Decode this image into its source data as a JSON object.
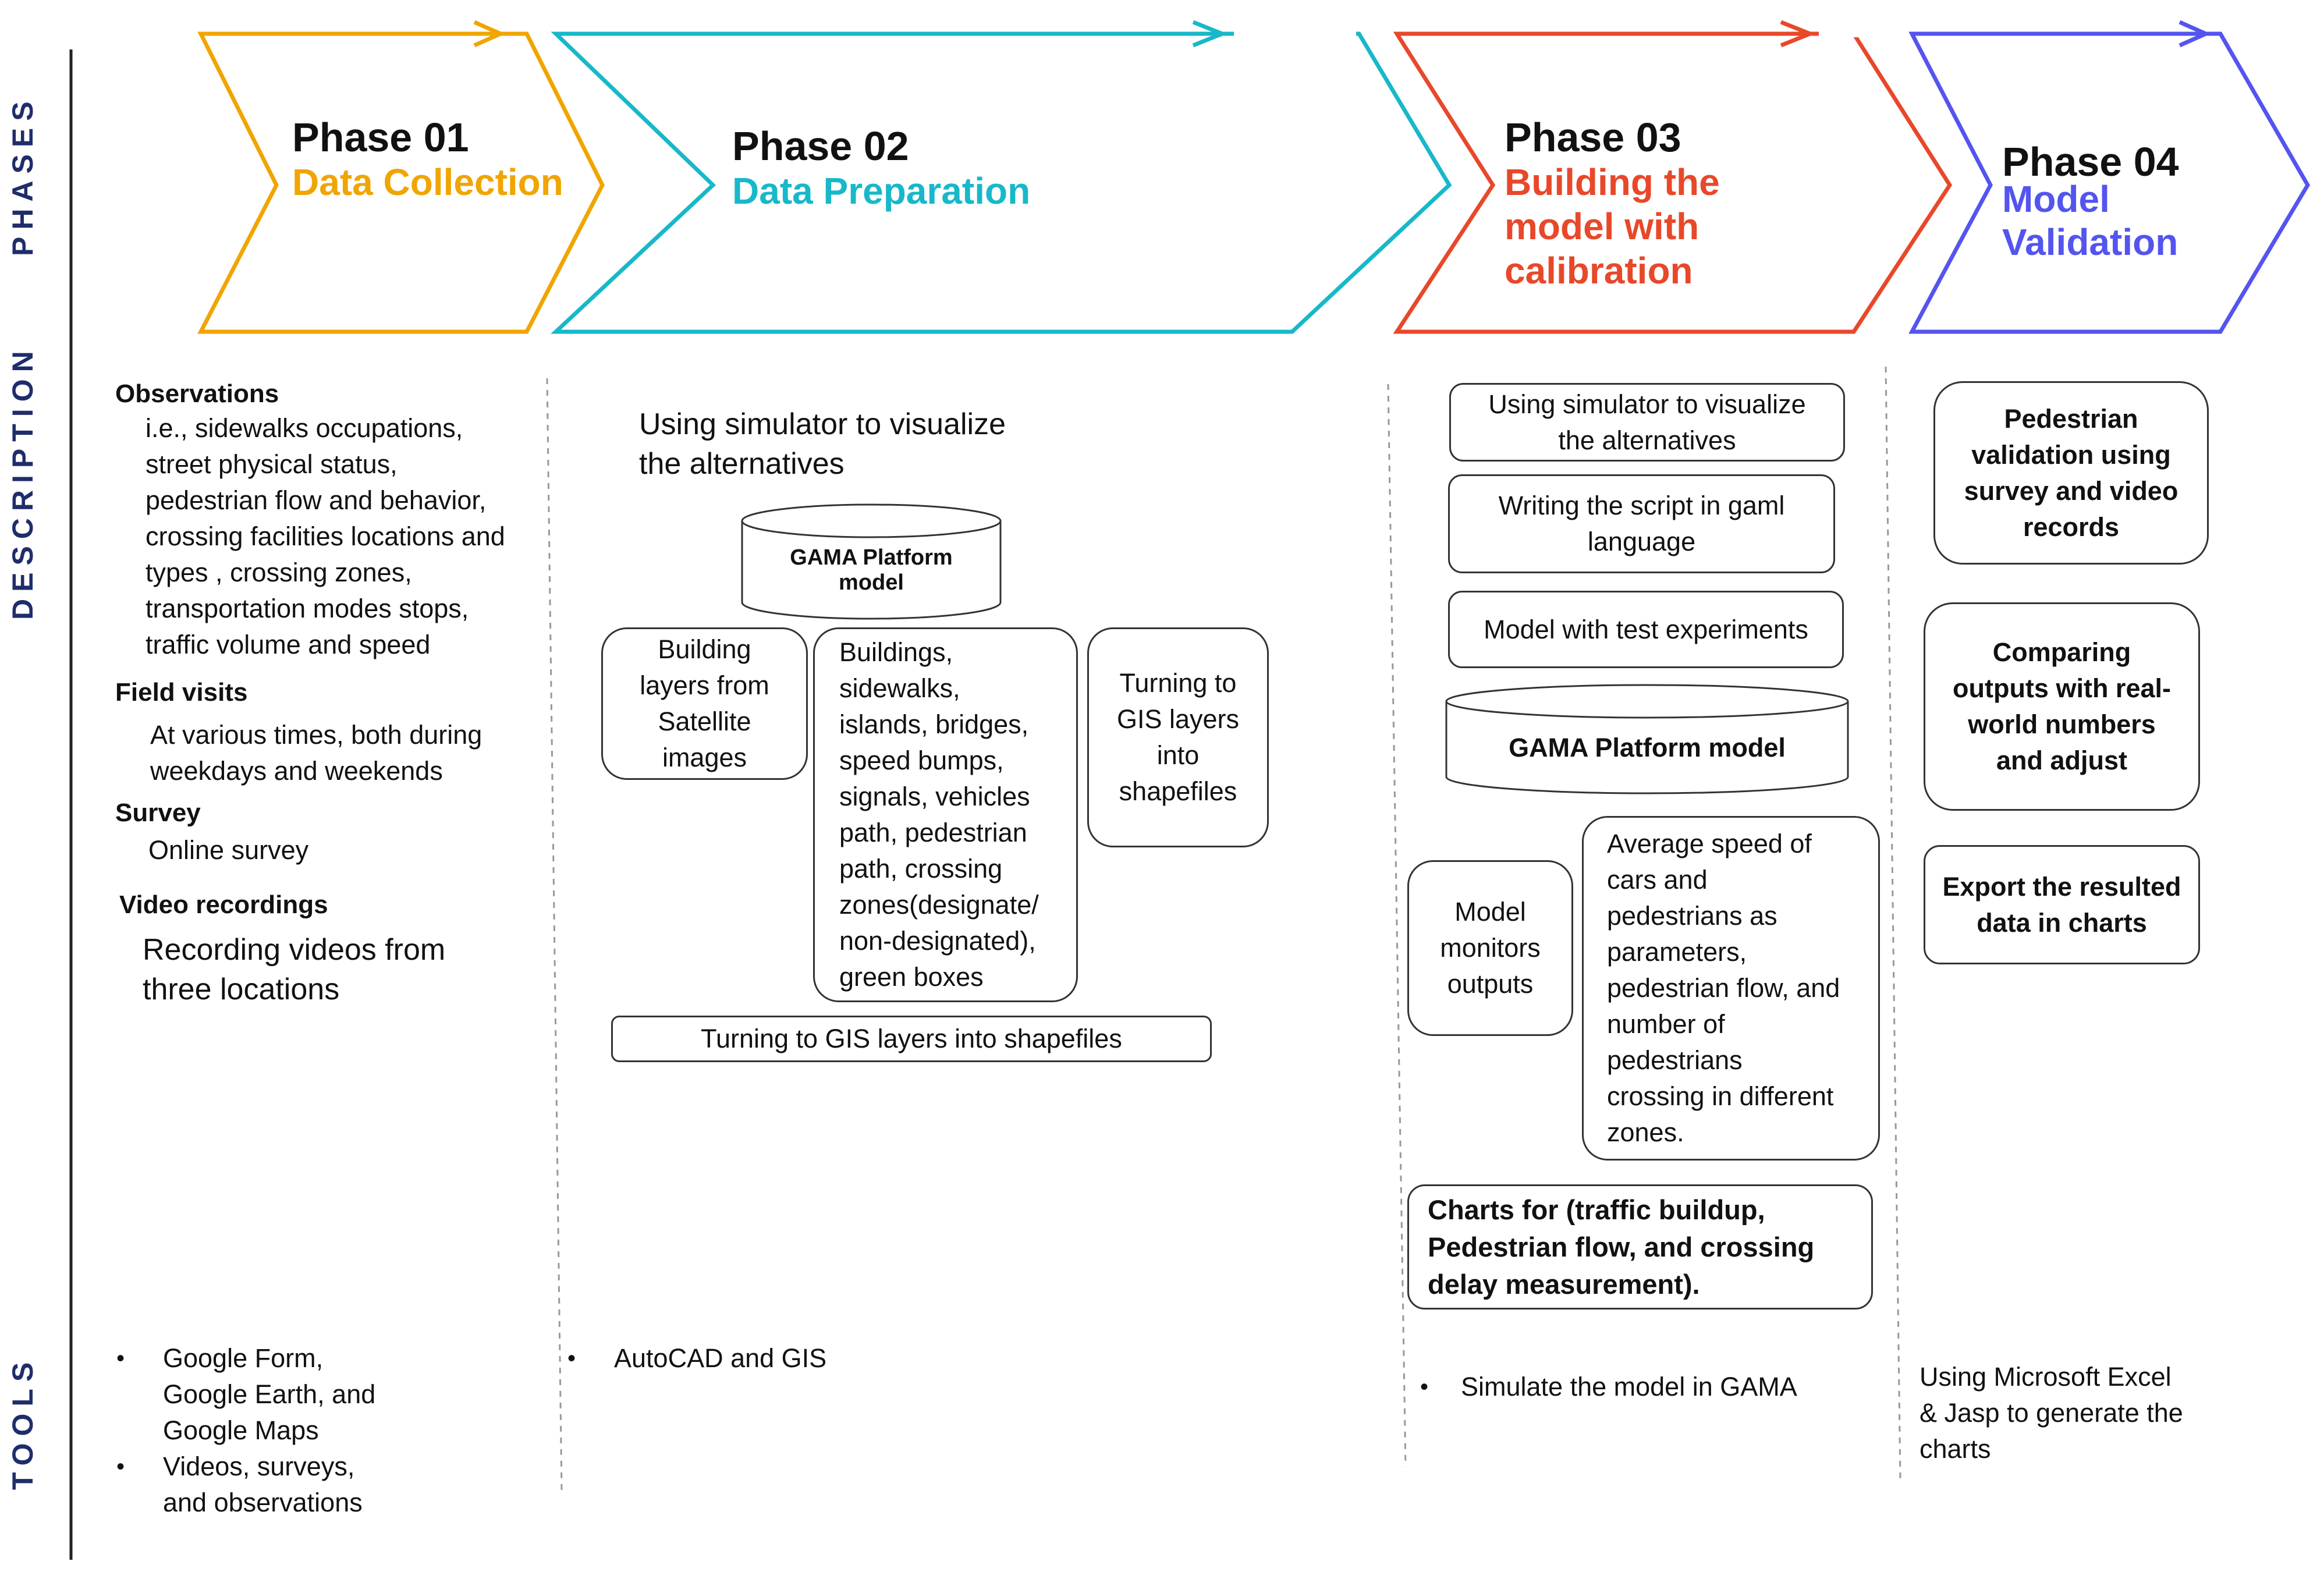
{
  "sidebar": {
    "phases": "PHASES",
    "description": "DESCRIPTION",
    "tools": "TOOLS"
  },
  "colors": {
    "phase1": "#f0a500",
    "phase2": "#17b8c9",
    "phase3": "#e8482a",
    "phase4": "#5454f0",
    "sidebar": "#1f2d6b"
  },
  "phases": [
    {
      "title": "Phase 01",
      "subtitle": "Data Collection"
    },
    {
      "title": "Phase 02",
      "subtitle": "Data Preparation"
    },
    {
      "title": "Phase 03",
      "subtitle": "Building  the\nmodel with\ncalibration"
    },
    {
      "title": "Phase 04",
      "subtitle": "Model\nValidation"
    }
  ],
  "phase1": {
    "observations_heading": "Observations",
    "observations_text": "i.e., sidewalks occupations,\nstreet physical status,\npedestrian flow and behavior,\ncrossing facilities locations and\ntypes , crossing zones,\ntransportation modes stops,\ntraffic volume and speed",
    "field_heading": "Field visits",
    "field_text": "At various times, both during\nweekdays and weekends",
    "survey_heading": "Survey",
    "survey_text": "Online survey",
    "video_heading": "Video recordings",
    "video_text": "Recording videos from\nthree locations",
    "tools": [
      "Google Form,\nGoogle Earth, and\nGoogle Maps",
      "Videos, surveys,\nand observations"
    ]
  },
  "phase2": {
    "intro": "Using simulator to visualize\nthe alternatives",
    "cylinder": "GAMA Platform\nmodel",
    "box_satellite": "Building\nlayers from\nSatellite\nimages",
    "box_features": "Buildings,\nsidewalks,\nislands, bridges,\nspeed bumps,\nsignals, vehicles\npath, pedestrian\npath, crossing\nzones(designate/\nnon-designated),\ngreen boxes",
    "box_gis": "Turning to\nGIS layers\ninto\nshapefiles",
    "bar": "Turning to GIS layers into shapefiles",
    "tools": [
      "AutoCAD and GIS"
    ]
  },
  "phase3": {
    "box1": "Using simulator to visualize\nthe alternatives",
    "box2": "Writing the script in gaml\nlanguage",
    "box3": "Model with test  experiments",
    "cylinder": "GAMA Platform model",
    "box_monitor": "Model\nmonitors\noutputs",
    "box_params": "Average speed of\ncars and\npedestrians as\nparameters,\npedestrian flow, and\nnumber of\npedestrians\ncrossing in different\nzones.",
    "box_charts": "Charts for (traffic buildup,\nPedestrian flow, and crossing\ndelay measurement).",
    "tools": [
      "Simulate the model in GAMA"
    ]
  },
  "phase4": {
    "box1": "Pedestrian\nvalidation using\nsurvey and video\nrecords",
    "box2": "Comparing\noutputs with real-\nworld numbers\nand adjust",
    "box3": "Export the resulted\ndata in charts",
    "tools_text": "Using Microsoft Excel\n& Jasp to generate the\ncharts"
  }
}
